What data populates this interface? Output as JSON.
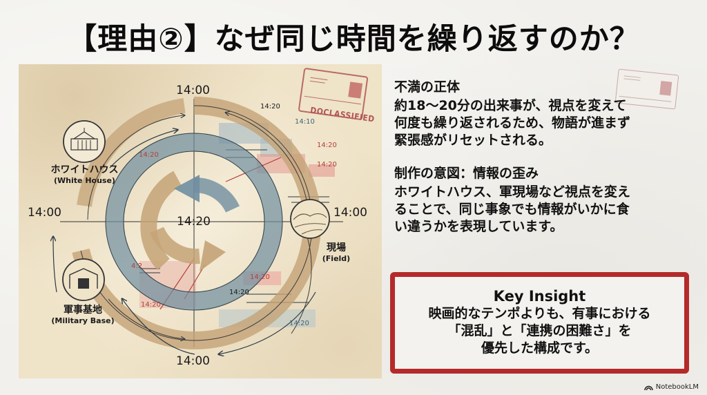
{
  "slide": {
    "title": "【理由②】なぜ同じ時間を繰り返すのか？",
    "brand": "NotebookLM",
    "colors": {
      "background": "#f1f0ec",
      "illustration_bg": "#efe3c8",
      "tan_arrow": "#c4a377",
      "blue_arrow": "#6f8ea0",
      "accent_red": "#b42a2a",
      "text": "#111111"
    }
  },
  "illustration": {
    "center_time": "14:20",
    "axis_times": {
      "top": "14:00",
      "left": "14:00",
      "right": "14:00",
      "bottom": "14:00"
    },
    "nodes": [
      {
        "id": "white-house",
        "label_ja": "ホワイトハウス",
        "label_en": "(White House)",
        "icon": "white-house-icon"
      },
      {
        "id": "field",
        "label_ja": "現場",
        "label_en": "(Field)",
        "icon": "landscape-icon"
      },
      {
        "id": "military-base",
        "label_ja": "軍事基地",
        "label_en": "(Military Base)",
        "icon": "bunker-icon"
      }
    ],
    "stamp_text": "DOCLASSIFIED",
    "snippets": [
      {
        "text": "14:20",
        "color": "dark"
      },
      {
        "text": "14:10",
        "color": "blue"
      },
      {
        "text": "14:20",
        "color": "red"
      },
      {
        "text": "14:20",
        "color": "red"
      },
      {
        "text": "14:20",
        "color": "red"
      },
      {
        "text": "4:2",
        "color": "red"
      },
      {
        "text": "14:20",
        "color": "red"
      },
      {
        "text": "14:20",
        "color": "red"
      },
      {
        "text": "14:20",
        "color": "dark"
      },
      {
        "text": "14:20",
        "color": "blue"
      }
    ]
  },
  "sections": [
    {
      "heading": "不満の正体",
      "lines": [
        "約18〜20分の出来事が、視点を変えて",
        "何度も繰り返されるため、物語が進まず",
        "緊張感がリセットされる。"
      ]
    },
    {
      "heading": "制作の意図：情報の歪み",
      "lines": [
        "ホワイトハウス、軍現場など視点を変え",
        "ることで、同じ事象でも情報がいかに食",
        "い違うかを表現しています。"
      ]
    }
  ],
  "insight": {
    "title": "Key Insight",
    "lines": [
      "映画的なテンポよりも、有事における",
      "「混乱」と「連携の困難さ」を",
      "優先した構成です。"
    ]
  }
}
